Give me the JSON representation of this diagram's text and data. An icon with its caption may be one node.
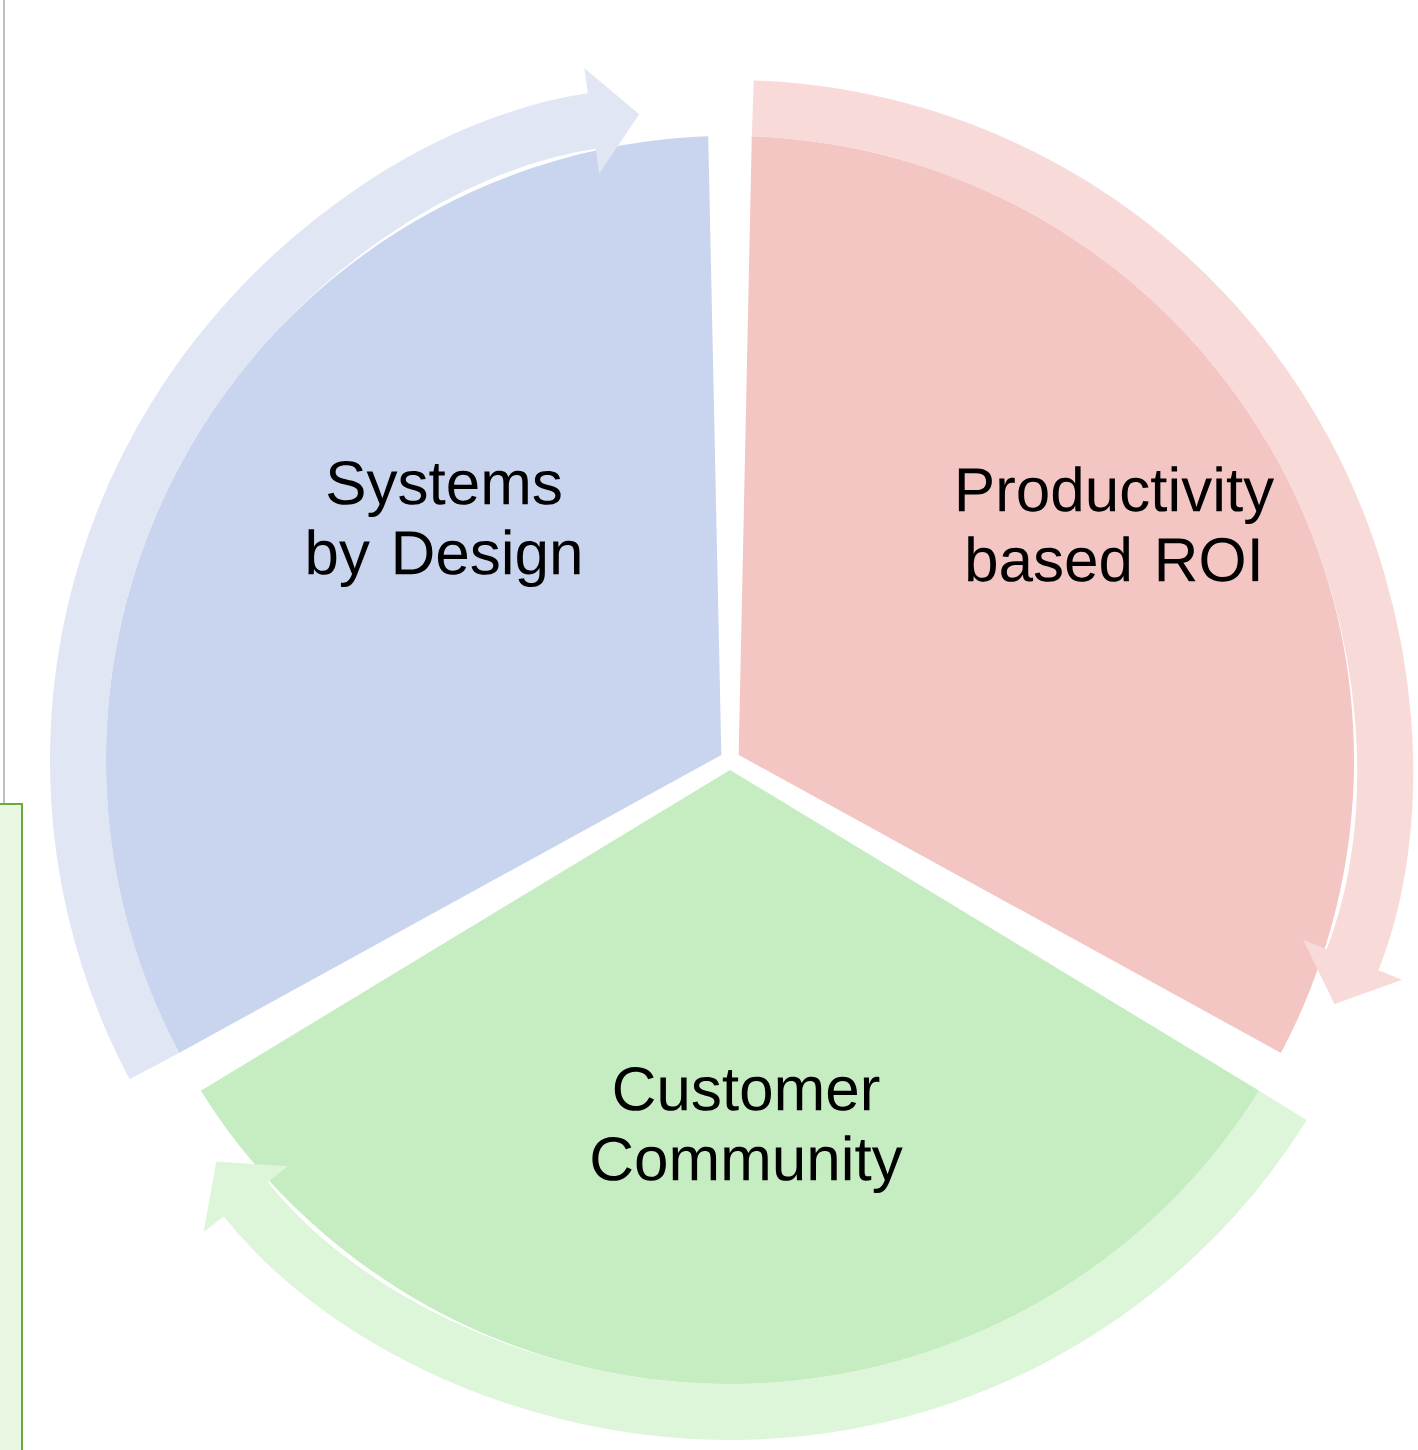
{
  "diagram": {
    "nodes": [
      {
        "text": [
          "Systems by Design"
        ]
      },
      {
        "text": [
          "Productivity based ROI"
        ]
      },
      {
        "text": [
          "Customer Community"
        ]
      }
    ]
  }
}
